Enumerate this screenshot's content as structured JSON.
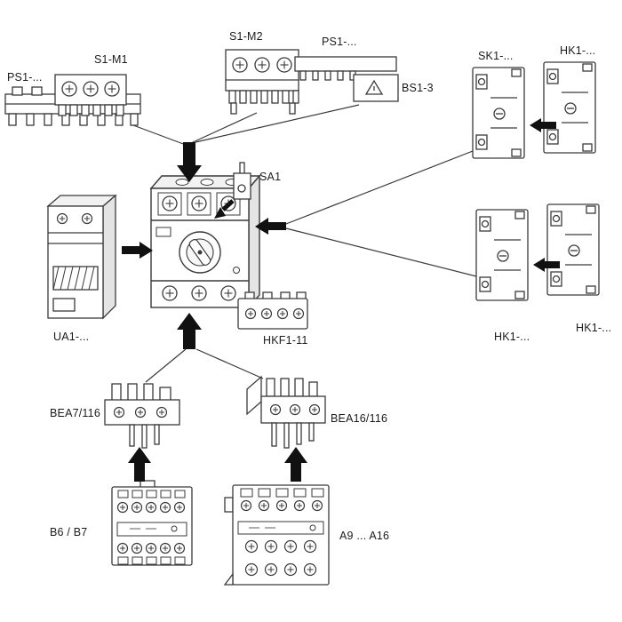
{
  "diagram": {
    "description": "Accessory overview diagram for a manual motor starter: busbars, auxiliary contacts, signal contact, undervoltage release and contactor connection sets",
    "labels": {
      "ps1_left": "PS1-...",
      "s1m1": "S1-M1",
      "s1m2": "S1-M2",
      "ps1_right": "PS1-...",
      "bs1": "BS1-3",
      "sk1": "SK1-...",
      "hk1_top": "HK1-...",
      "sa1": "SA1",
      "ua1": "UA1-...",
      "hkf1": "HKF1-11",
      "hk1_mid_left": "HK1-...",
      "hk1_mid_right": "HK1-...",
      "bea7": "BEA7/116",
      "bea16": "BEA16/116",
      "b6b7": "B6 / B7",
      "a9a16": "A9 ... A16"
    },
    "colors": {
      "line": "#3a3a3a",
      "fill": "#ffffff",
      "shade_top": "#f2f2f2",
      "shade_side": "#e4e4e4",
      "arrow": "#111111",
      "background": "#ffffff"
    }
  }
}
